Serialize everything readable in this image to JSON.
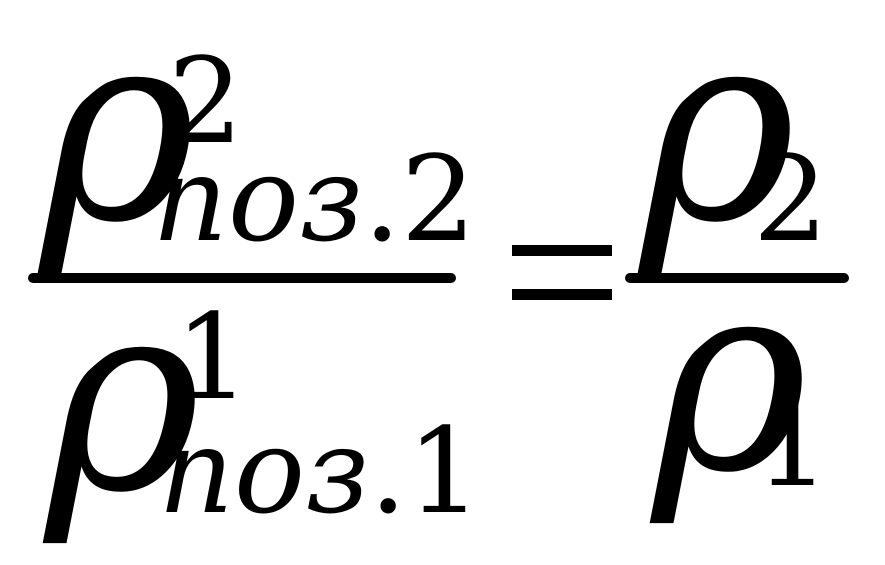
{
  "equation": {
    "left": {
      "numerator": {
        "base": "ρ",
        "superscript": "2",
        "subscript_italic": "поз",
        "subscript_upright": ".2"
      },
      "denominator": {
        "base": "ρ",
        "superscript": "1",
        "subscript_italic": "поз",
        "subscript_upright": ".1"
      }
    },
    "equals": "=",
    "right": {
      "numerator": {
        "base": "ρ",
        "subscript": "2"
      },
      "denominator": {
        "base": "ρ",
        "subscript": "1"
      }
    }
  }
}
